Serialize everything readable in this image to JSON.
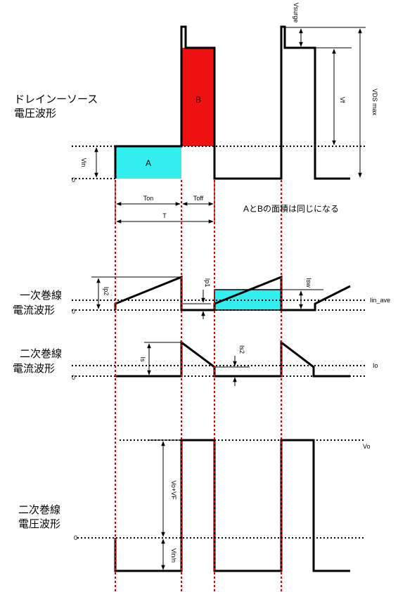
{
  "labels": {
    "drain_voltage_1": "ドレインーソース",
    "drain_voltage_2": "電圧波形",
    "primary_current_1": "一次巻線",
    "primary_current_2": "電流波形",
    "secondary_current_1": "二次巻線",
    "secondary_current_2": "電流波形",
    "secondary_voltage_1": "二次巻線",
    "secondary_voltage_2": "電圧波形"
  },
  "symbols": {
    "area_a": "A",
    "area_b": "B",
    "vin": "Vin",
    "zero": "0",
    "vsurge": "Vsurge",
    "vf": "Vf",
    "vds_max": "VDS max",
    "ton": "Ton",
    "toff": "Toff",
    "t": "T",
    "ip2": "Ip2",
    "ip1": "Ip1",
    "isw": "Isw",
    "iin_ave": "Iin_ave",
    "is": "Is",
    "is2": "Is2",
    "io": "Io",
    "vo": "Vo",
    "vo_vf": "Vo+VF",
    "vin_n": "Vin/n"
  },
  "note": "AとBの面積は同じになる",
  "colors": {
    "area_a": "#33eeee",
    "area_b": "#ee1111",
    "guide": "#dd0000",
    "line": "#000000"
  }
}
